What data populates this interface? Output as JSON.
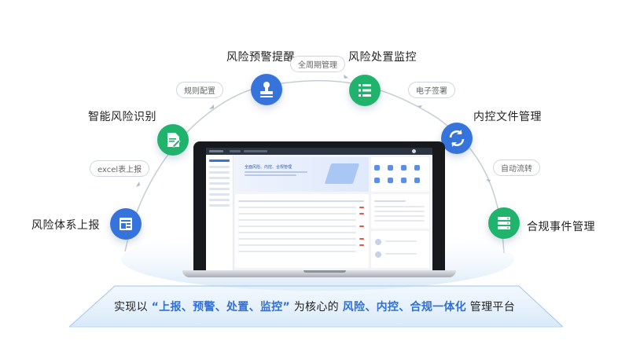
{
  "nodes": [
    {
      "id": "risk-report",
      "label": "风险体系上报",
      "icon": "form-icon",
      "color": "#3674dc"
    },
    {
      "id": "smart-identify",
      "label": "智能风险识别",
      "icon": "document-edit-icon",
      "color": "#1fb36c"
    },
    {
      "id": "risk-warning",
      "label": "风险预警提醒",
      "icon": "stamp-icon",
      "color": "#3674dc"
    },
    {
      "id": "risk-handling",
      "label": "风险处置监控",
      "icon": "list-icon",
      "color": "#1fb36c"
    },
    {
      "id": "internal-docs",
      "label": "内控文件管理",
      "icon": "sync-icon",
      "color": "#3674dc"
    },
    {
      "id": "compliance-events",
      "label": "合规事件管理",
      "icon": "server-icon",
      "color": "#1fb36c"
    }
  ],
  "pills": [
    {
      "id": "excel-report",
      "text": "excel表上报"
    },
    {
      "id": "rule-config",
      "text": "规则配置"
    },
    {
      "id": "full-cycle",
      "text": "全周期管理"
    },
    {
      "id": "e-sign",
      "text": "电子签署"
    },
    {
      "id": "auto-flow",
      "text": "自动流转"
    }
  ],
  "screen": {
    "banner_title": "全面风险、内控、合规管理"
  },
  "tagline": {
    "prefix": "实现以",
    "quote": "“上报、预警、处置、监控”",
    "middle": "为核心的",
    "highlight": "风险、内控、合规一体化",
    "suffix": "管理平台"
  },
  "colors": {
    "blue": "#3674dc",
    "green": "#1fb36c",
    "highlight": "#2f6fd6",
    "arc": "#c6ccd6"
  }
}
